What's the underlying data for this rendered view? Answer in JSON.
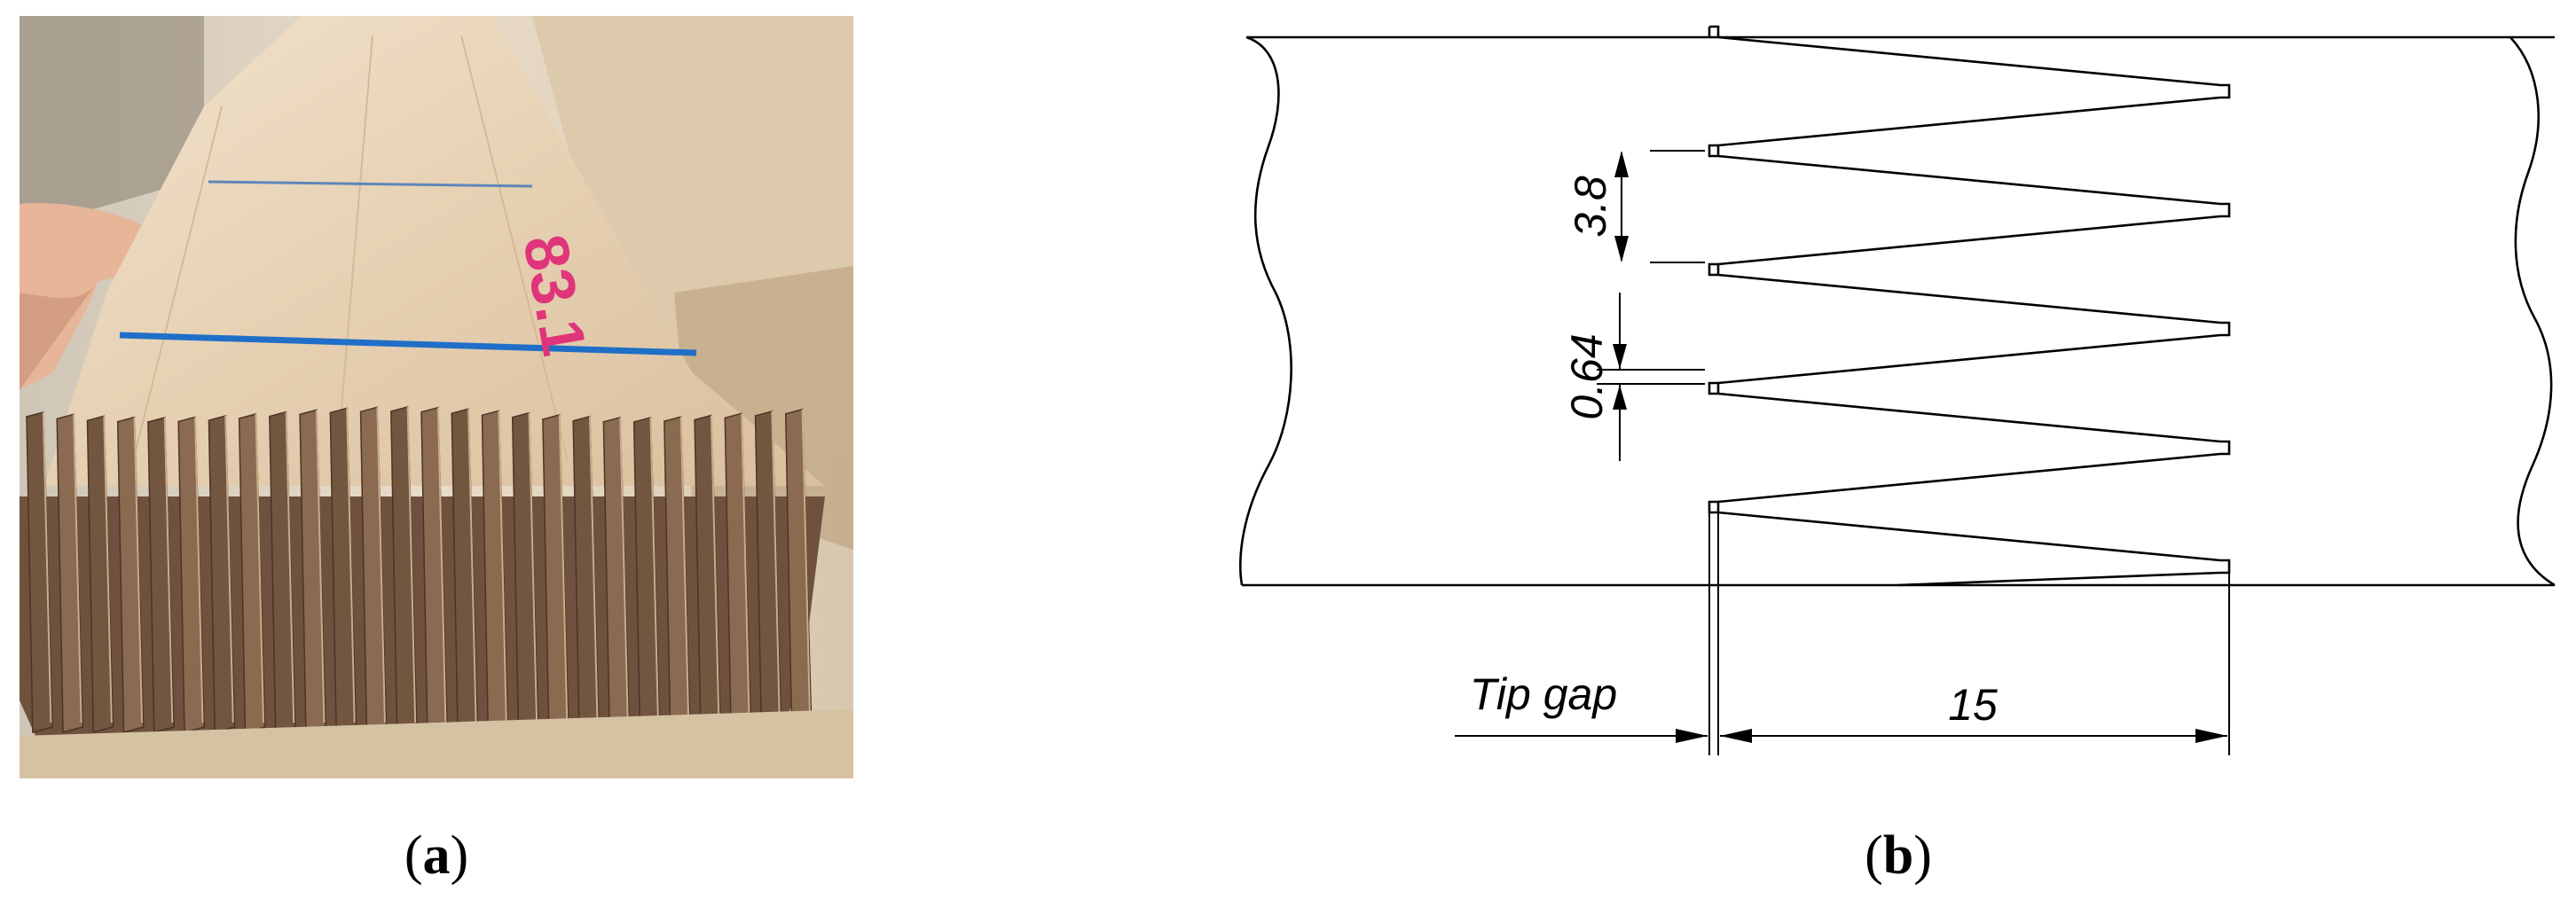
{
  "panel_a": {
    "label_prefix": "(",
    "label_letter": "a",
    "label_suffix": ")",
    "photo_marking": "83.1",
    "colors": {
      "pale_wood": "#e8d3b6",
      "end_grain": "#7d5f47",
      "blue_line": "#1f6fc8",
      "pink_marking": "#e0357a"
    }
  },
  "panel_b": {
    "label_prefix": "(",
    "label_letter": "b",
    "label_suffix": ")",
    "dim_pitch": "3.8",
    "dim_tip_width": "0.64",
    "dim_length": "15",
    "tip_gap_label": "Tip gap",
    "line_color": "#000000"
  }
}
